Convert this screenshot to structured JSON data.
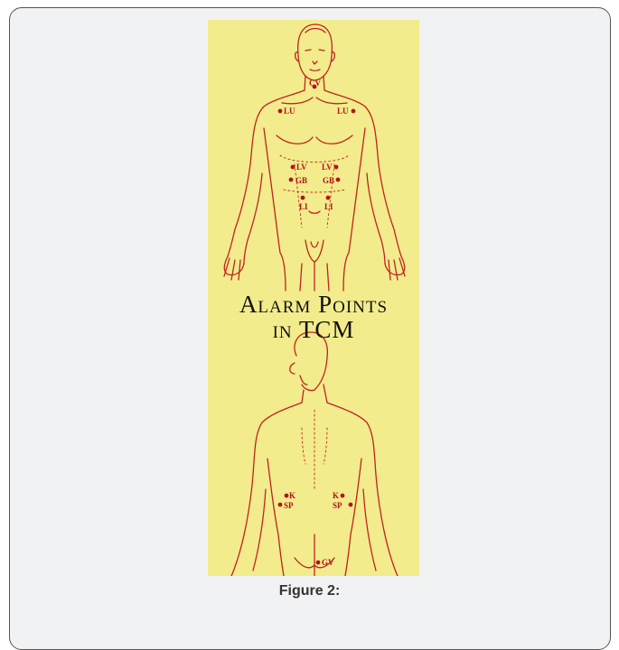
{
  "poster": {
    "title_line1": "Alarm Points",
    "title_line2": "in TCM",
    "front_points": [
      "CV",
      "LU",
      "LU",
      "LV",
      "LV",
      "GB",
      "GB",
      "LI",
      "LI"
    ],
    "back_points": [
      "K",
      "K",
      "SP",
      "SP",
      "GV"
    ],
    "colors": {
      "background": "#f2ec8c",
      "line": "#c0231f",
      "point": "#b5121b"
    }
  },
  "caption": "Figure 2:"
}
